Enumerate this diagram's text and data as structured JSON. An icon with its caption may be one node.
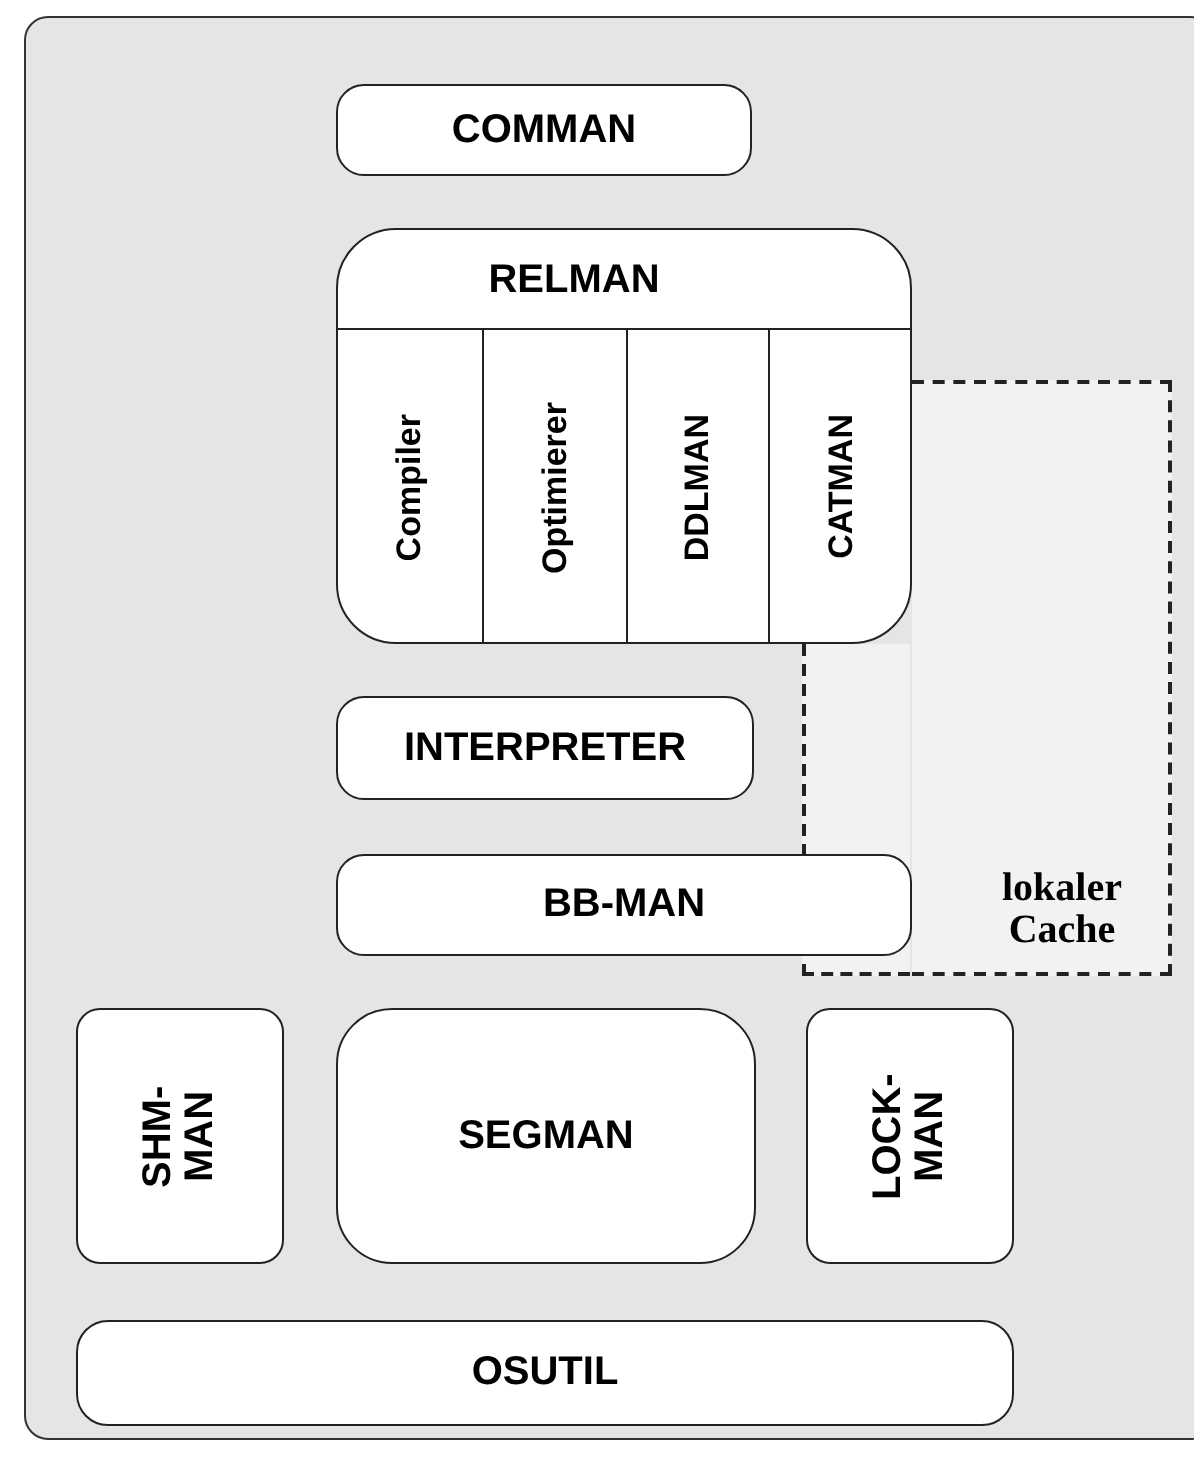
{
  "diagram": {
    "nodes": [
      {
        "text": [
          "COMMAN"
        ]
      },
      {
        "text": [
          "RELMAN"
        ]
      },
      {
        "text": [
          "Compiler"
        ],
        "in": 1
      },
      {
        "text": [
          "Optimierer"
        ],
        "in": 1
      },
      {
        "text": [
          "DDLMAN"
        ],
        "in": 1
      },
      {
        "text": [
          "CATMAN"
        ],
        "in": 1
      },
      {
        "text": [
          "lokaler Cache"
        ]
      },
      {
        "text": [
          "INTERPRETER"
        ]
      },
      {
        "text": [
          "BB-MAN"
        ]
      },
      {
        "text": [
          "SHM- MAN"
        ]
      },
      {
        "text": [
          "SEGMAN"
        ]
      },
      {
        "text": [
          "LOCK- MAN"
        ]
      },
      {
        "text": [
          "OSUTIL"
        ]
      }
    ],
    "edges": []
  }
}
